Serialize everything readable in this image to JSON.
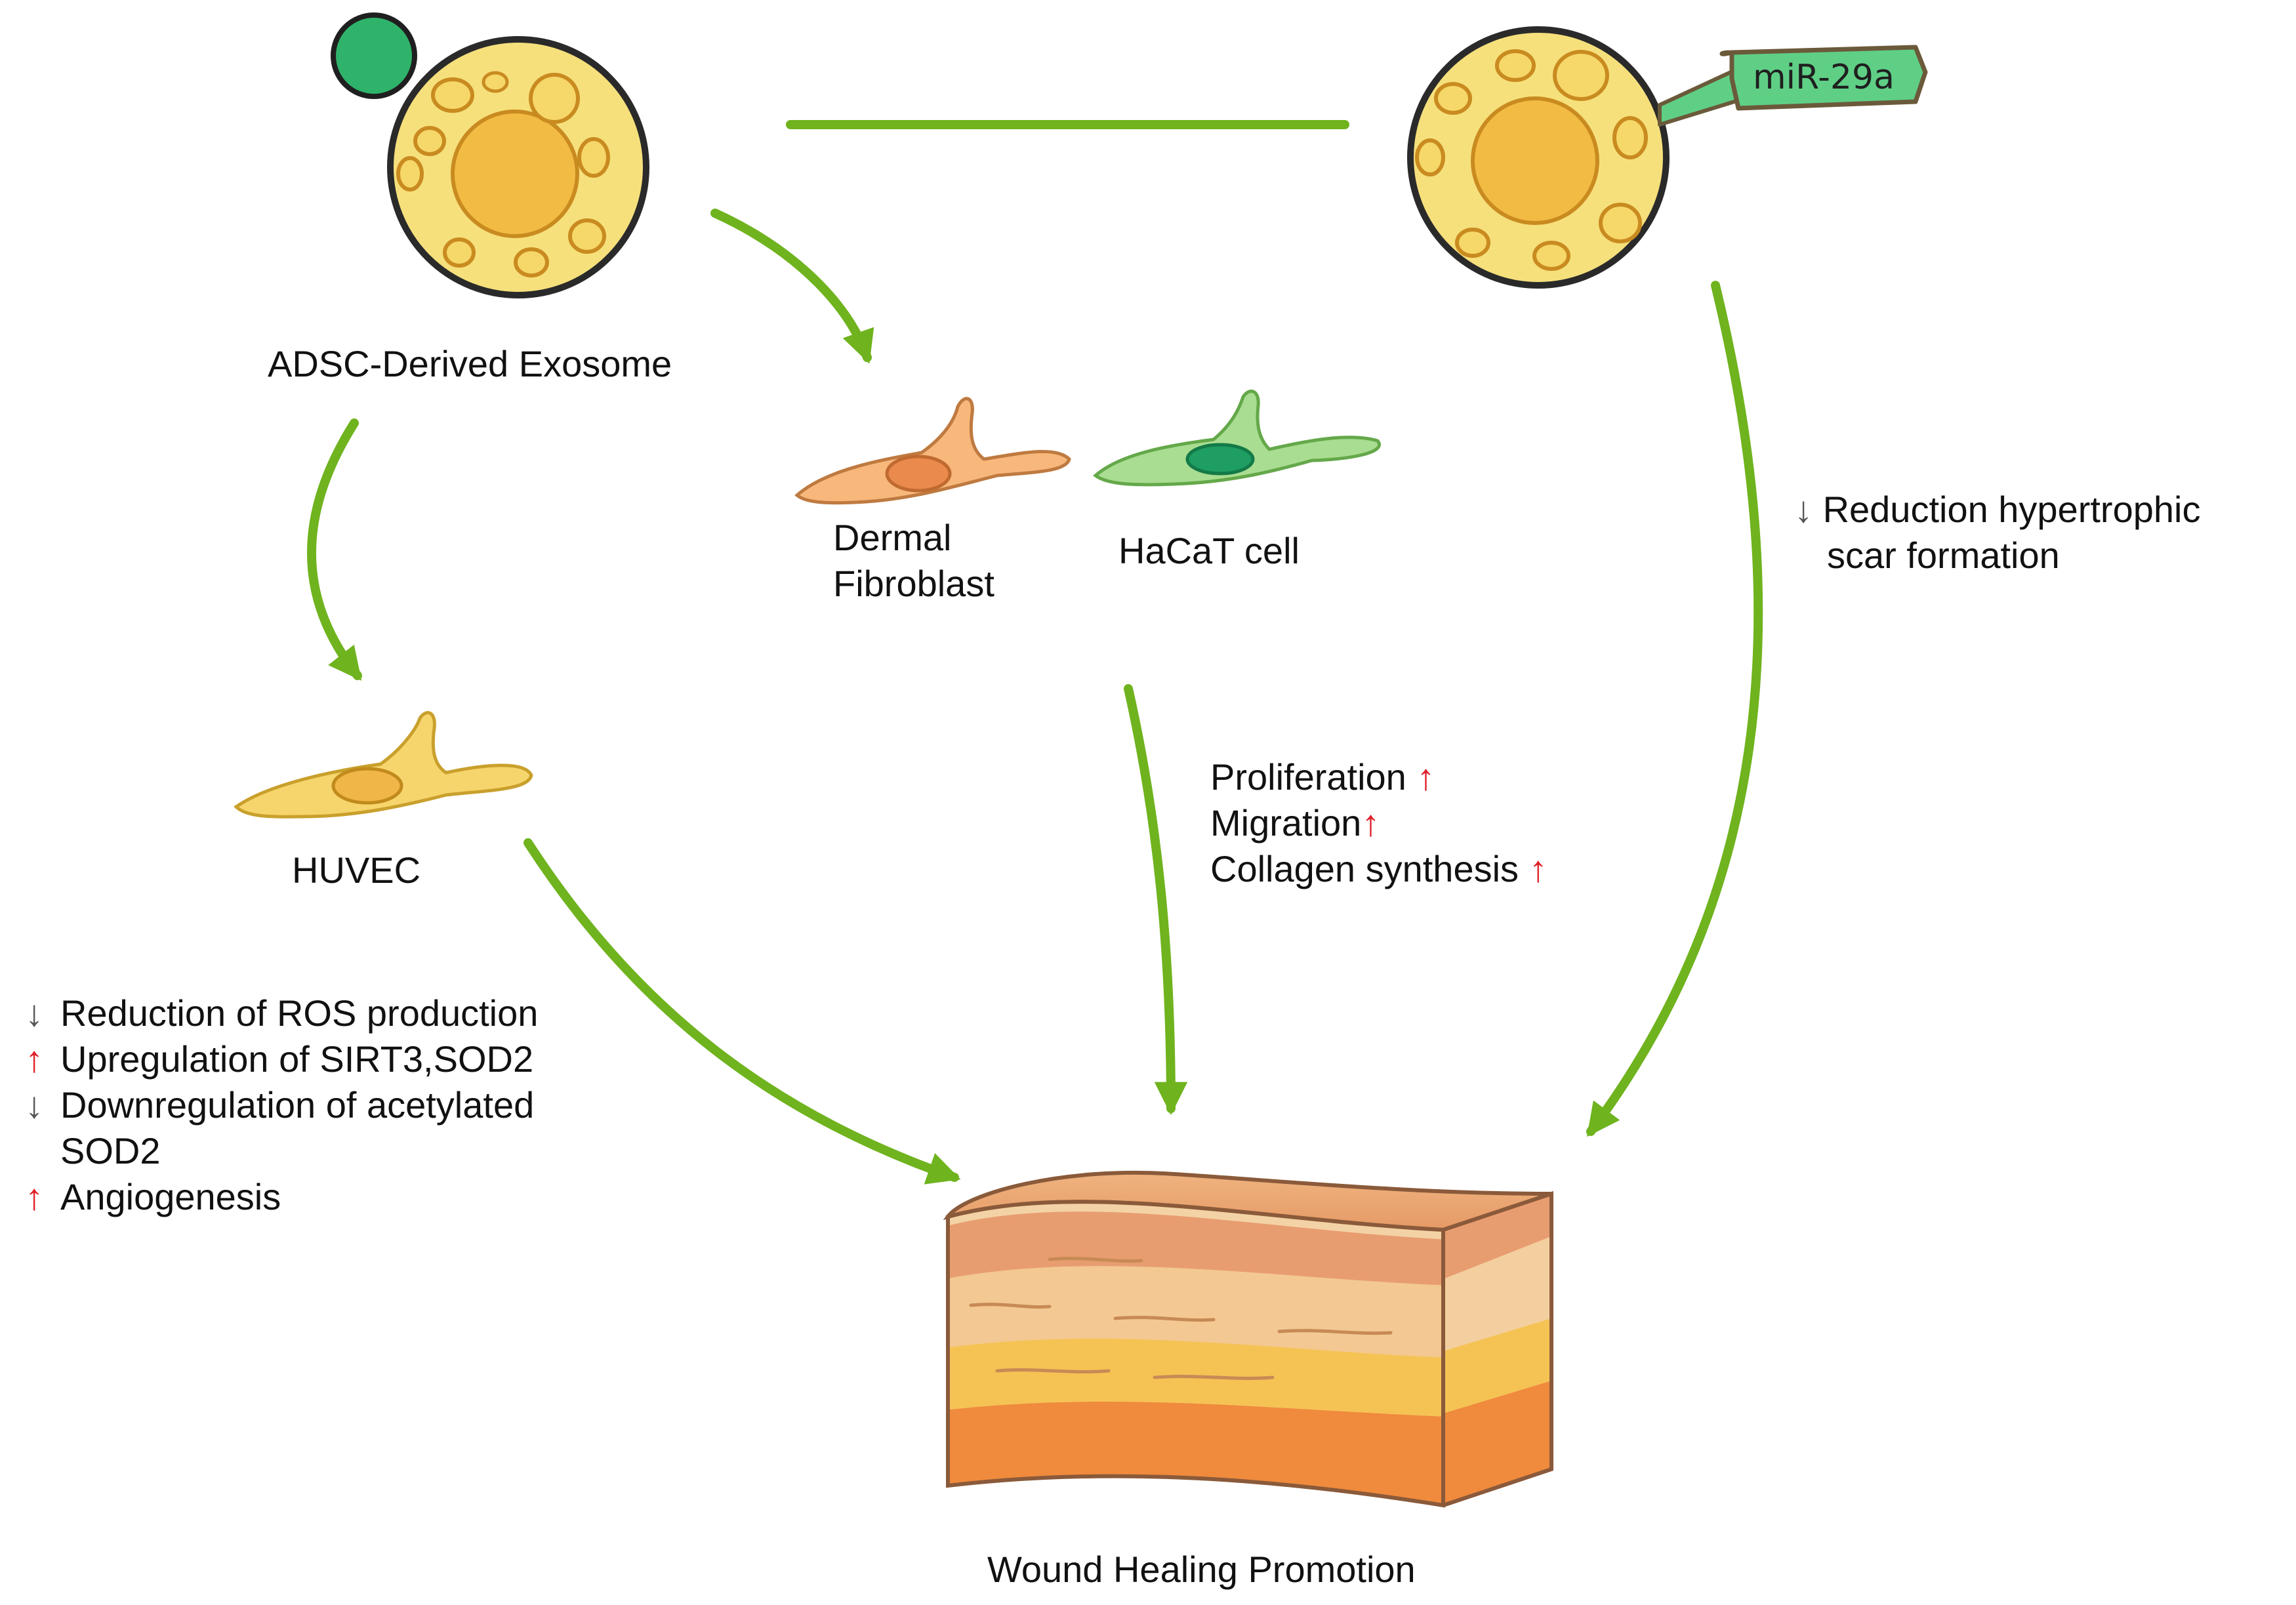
{
  "exosome": {
    "label": "ADSC-Derived Exosome"
  },
  "mirna": {
    "label": "miR-29a"
  },
  "cells": {
    "dermal": {
      "line1": "Dermal",
      "line2": "Fibroblast"
    },
    "hacat": {
      "label": "HaCaT cell"
    },
    "huvec": {
      "label": "HUVEC"
    }
  },
  "effects": {
    "scar": {
      "symbol": "↓",
      "line1": "Reduction hypertrophic",
      "line2": "scar formation"
    },
    "fibro": [
      {
        "text": "Proliferation",
        "symbol": "↑"
      },
      {
        "text": "Migration",
        "symbol": "↑"
      },
      {
        "text": "Collagen synthesis",
        "symbol": "↑"
      }
    ],
    "huvec": [
      {
        "symbol": "↓",
        "text": "Reduction of ROS production"
      },
      {
        "symbol": "↑",
        "text": "Upregulation of SIRT3,SOD2"
      },
      {
        "symbol": "↓",
        "text": "Downregulation of acetylated"
      },
      {
        "symbol": "",
        "text": "SOD2"
      },
      {
        "symbol": "↑",
        "text": "Angiogenesis"
      }
    ]
  },
  "outcome": {
    "label": "Wound Healing Promotion"
  },
  "colors": {
    "arrow": "#6fb31e",
    "cell_fill": "#f6e07c",
    "cell_nucleus": "#f2bb43",
    "vesicle": "#2fb36a",
    "mirna_tag": "#5fcf86",
    "fibroblast": "#f8b77b",
    "hacat": "#a9dd91",
    "huvec": "#f7d56d",
    "up_arrow": "#e0202a",
    "down_arrow": "#555555"
  }
}
